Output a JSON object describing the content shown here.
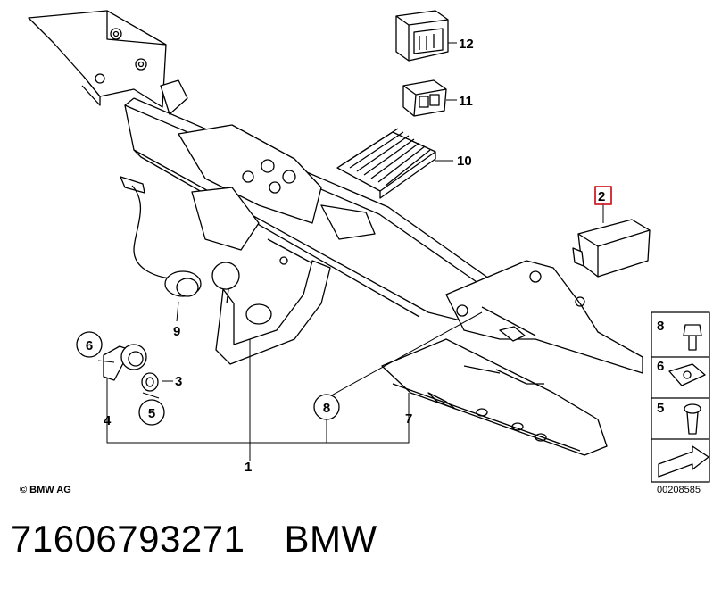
{
  "callouts": {
    "c1": "1",
    "c2": "2",
    "c3": "3",
    "c4": "4",
    "c5": "5",
    "c6": "6",
    "c7": "7",
    "c8": "8",
    "c9": "9",
    "c10": "10",
    "c11": "11",
    "c12": "12"
  },
  "legend": {
    "l8": "8",
    "l6": "6",
    "l5": "5"
  },
  "copyright": "© BMW AG",
  "reference_number": "00208585",
  "caption": {
    "part_number": "71606793271",
    "brand": "BMW"
  },
  "colors": {
    "highlight_box": "#d0202a",
    "line": "#000000"
  }
}
